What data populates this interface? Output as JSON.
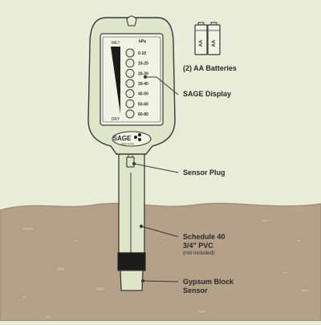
{
  "display": {
    "wet_label": "WET",
    "dry_label": "DRY",
    "unit_label": "kPa",
    "scale_ticks": [
      "0-10",
      "10-20",
      "20-30",
      "30-40",
      "40-50",
      "50-60",
      "60-80"
    ],
    "brand_logo": "SAGE",
    "brand_tagline": "water wisely"
  },
  "batteries": {
    "cell_text": [
      "AA",
      "AA"
    ]
  },
  "callouts": {
    "batteries": "(2) AA Batteries",
    "display": "SAGE Display",
    "plug": "Sensor Plug",
    "pvc_line1": "Schedule 40",
    "pvc_line2": "3/4\" PVC",
    "pvc_note": "(not included)",
    "block_line1": "Gypsum Block",
    "block_line2": "Sensor"
  },
  "colors": {
    "background": "#e9ecd9",
    "soil": "#b5a08a",
    "device_body": "#dfe5c9",
    "outline": "#3a3a36",
    "gypsum_block": "#1c1c1c"
  }
}
